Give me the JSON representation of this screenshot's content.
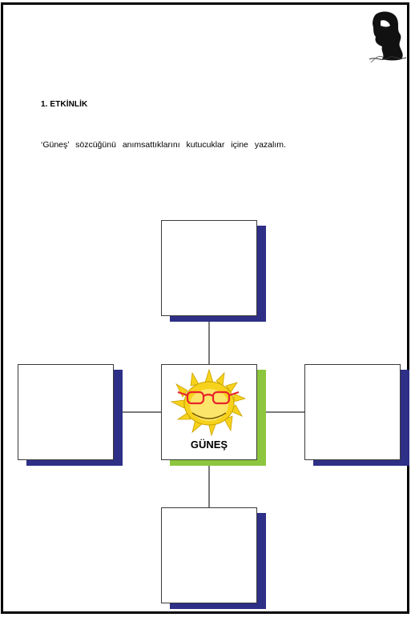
{
  "activity": {
    "title": "1. ETKİNLİK",
    "instruction": "‘Güneş’ sözcüğünü anımsattıklarını kutucuklar içine yazalım."
  },
  "diagram": {
    "center_label": "GÜNEŞ",
    "colors": {
      "box_shadow": "#2e2f86",
      "center_shadow": "#8cc63f",
      "connector": "#7a7a7a",
      "sun": "#f7d21c",
      "glasses": "#e8242a"
    }
  },
  "icons": {
    "portrait": "ataturk-portrait-icon",
    "sun": "sun-with-sunglasses-icon"
  }
}
